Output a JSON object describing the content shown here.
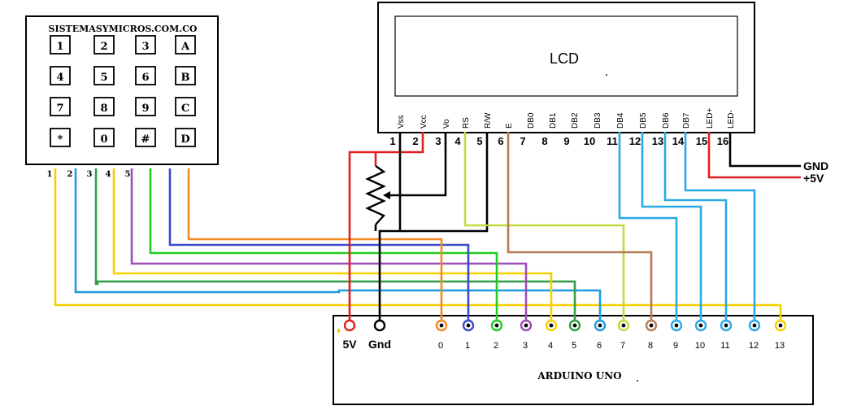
{
  "keypad": {
    "title": "SISTEMASYMICROS.COM.CO",
    "keys": [
      [
        "1",
        "2",
        "3",
        "A"
      ],
      [
        "4",
        "5",
        "6",
        "B"
      ],
      [
        "7",
        "8",
        "9",
        "C"
      ],
      [
        "*",
        "0",
        "#",
        "D"
      ]
    ],
    "pin_labels": [
      "1",
      "2",
      "3",
      "4",
      "5"
    ]
  },
  "lcd": {
    "label": "LCD",
    "pin_names": [
      "Vss",
      "Vcc",
      "Vo",
      "RS",
      "R/W",
      "E",
      "DB0",
      "DB1",
      "DB2",
      "DB3",
      "DB4",
      "DB5",
      "DB6",
      "DB7",
      "LED+",
      "LED-"
    ],
    "pin_numbers": [
      "1",
      "2",
      "3",
      "4",
      "5",
      "6",
      "7",
      "8",
      "9",
      "10",
      "11",
      "12",
      "13",
      "14",
      "15",
      "16"
    ]
  },
  "power": {
    "gnd_label": "GND",
    "vcc_label": "+5V"
  },
  "arduino": {
    "label": "ARDUINO UNO",
    "power_pins": [
      "5V",
      "Gnd"
    ],
    "digital_pins": [
      "0",
      "1",
      "2",
      "3",
      "4",
      "5",
      "6",
      "7",
      "8",
      "9",
      "10",
      "11",
      "12",
      "13"
    ]
  },
  "wire_colors": {
    "red": "#e02020",
    "black": "#000000",
    "orange": "#f08a24",
    "blue": "#3a4bc8",
    "green": "#22cc22",
    "purple": "#9b4fb5",
    "yellow": "#f5d000",
    "darkgreen": "#2f9e44",
    "cyan": "#1e9be0",
    "lime": "#c0dc3c",
    "brown": "#b87a56",
    "lightblue": "#29a9e6"
  }
}
